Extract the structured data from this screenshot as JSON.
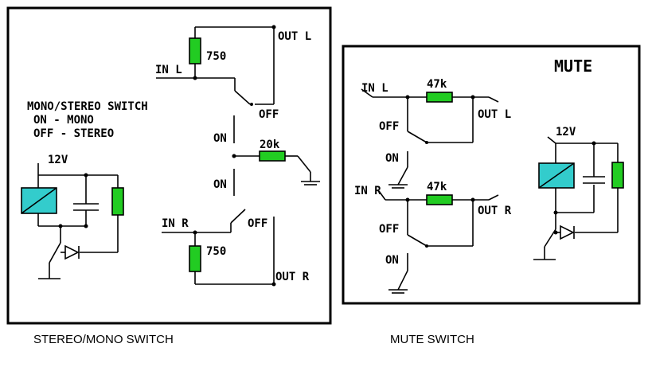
{
  "stereo_mono": {
    "out_l": "OUT L",
    "in_l": "IN L",
    "r_top": "750",
    "off_top": "OFF",
    "desc_line1": "MONO/STEREO SWITCH",
    "desc_line2": "ON - MONO",
    "desc_line3": "OFF - STEREO",
    "on_upper": "ON",
    "on_lower": "ON",
    "r_mid": "20k",
    "supply": "12V",
    "in_r": "IN R",
    "off_bottom": "OFF",
    "r_bottom": "750",
    "out_r": "OUT R",
    "caption": "STEREO/MONO SWITCH"
  },
  "mute": {
    "title": "MUTE",
    "in_l": "IN L",
    "r_top": "47k",
    "out_l": "OUT L",
    "off_top": "OFF",
    "on_top": "ON",
    "supply": "12V",
    "in_r": "IN R",
    "r_bottom": "47k",
    "out_r": "OUT R",
    "off_bottom": "OFF",
    "on_bottom": "ON",
    "caption": "MUTE SWITCH"
  },
  "colors": {
    "resistor": "#22cc22",
    "relay": "#33cccc",
    "wire": "#000000",
    "background": "#ffffff"
  }
}
